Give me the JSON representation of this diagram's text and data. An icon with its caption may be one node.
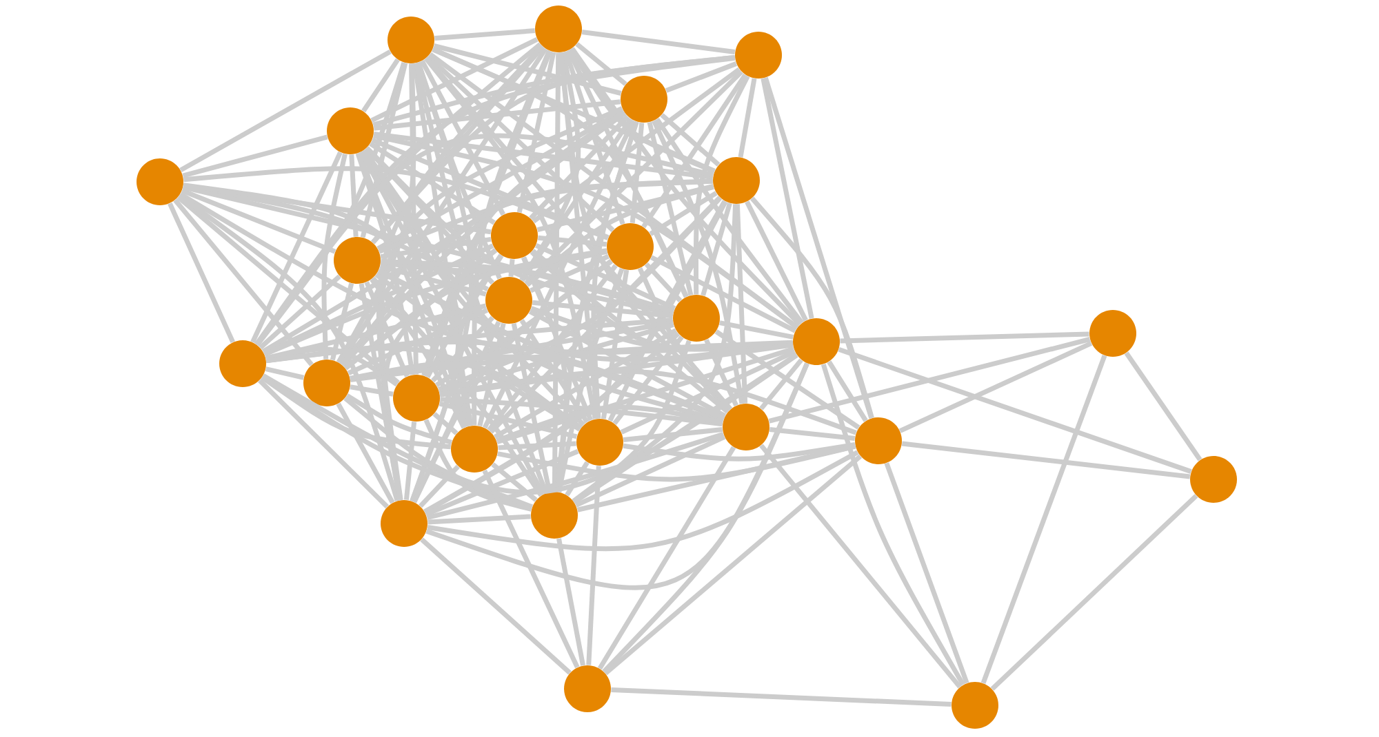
{
  "diagram": {
    "nodes": [
      {
        "text": [],
        "shape": "circle"
      },
      {
        "text": [],
        "shape": "circle"
      },
      {
        "text": [],
        "shape": "circle"
      },
      {
        "text": [],
        "shape": "circle"
      },
      {
        "text": [],
        "shape": "circle"
      },
      {
        "text": [],
        "shape": "circle"
      },
      {
        "text": [],
        "shape": "circle"
      },
      {
        "text": [],
        "shape": "circle"
      },
      {
        "text": [],
        "shape": "circle"
      },
      {
        "text": [],
        "shape": "circle"
      },
      {
        "text": [],
        "shape": "circle"
      },
      {
        "text": [],
        "shape": "circle"
      },
      {
        "text": [],
        "shape": "circle"
      },
      {
        "text": [],
        "shape": "circle"
      },
      {
        "text": [],
        "shape": "circle"
      },
      {
        "text": [],
        "shape": "circle"
      },
      {
        "text": [],
        "shape": "circle"
      },
      {
        "text": [],
        "shape": "circle"
      },
      {
        "text": [],
        "shape": "circle"
      },
      {
        "text": [],
        "shape": "circle"
      },
      {
        "text": [],
        "shape": "circle"
      },
      {
        "text": [],
        "shape": "circle"
      },
      {
        "text": [],
        "shape": "circle"
      },
      {
        "text": [],
        "shape": "circle"
      },
      {
        "text": [],
        "shape": "circle"
      },
      {
        "text": [],
        "shape": "circle"
      }
    ],
    "edges": [
      {
        "from": 0,
        "to": 1,
        "arrow": "none"
      },
      {
        "from": 0,
        "to": 3,
        "arrow": "none"
      },
      {
        "from": 0,
        "to": 4,
        "arrow": "none"
      },
      {
        "from": 0,
        "to": 5,
        "arrow": "none"
      },
      {
        "from": 0,
        "to": 6,
        "arrow": "none"
      },
      {
        "from": 0,
        "to": 7,
        "arrow": "none"
      },
      {
        "from": 0,
        "to": 8,
        "arrow": "none"
      },
      {
        "from": 0,
        "to": 9,
        "arrow": "none"
      },
      {
        "from": 0,
        "to": 10,
        "arrow": "none"
      },
      {
        "from": 0,
        "to": 11,
        "arrow": "none"
      },
      {
        "from": 0,
        "to": 12,
        "arrow": "none"
      },
      {
        "from": 0,
        "to": 14,
        "arrow": "none"
      },
      {
        "from": 0,
        "to": 15,
        "arrow": "none"
      },
      {
        "from": 0,
        "to": 16,
        "arrow": "none"
      },
      {
        "from": 0,
        "to": 17,
        "arrow": "none"
      },
      {
        "from": 0,
        "to": 19,
        "arrow": "none"
      },
      {
        "from": 0,
        "to": 20,
        "arrow": "none"
      },
      {
        "from": 0,
        "to": 22,
        "arrow": "none"
      },
      {
        "from": 0,
        "to": 23,
        "arrow": "none"
      },
      {
        "from": 1,
        "to": 2,
        "arrow": "none"
      },
      {
        "from": 1,
        "to": 3,
        "arrow": "none"
      },
      {
        "from": 1,
        "to": 4,
        "arrow": "none"
      },
      {
        "from": 1,
        "to": 6,
        "arrow": "none"
      },
      {
        "from": 1,
        "to": 7,
        "arrow": "none"
      },
      {
        "from": 1,
        "to": 8,
        "arrow": "none"
      },
      {
        "from": 1,
        "to": 9,
        "arrow": "none"
      },
      {
        "from": 1,
        "to": 10,
        "arrow": "none"
      },
      {
        "from": 1,
        "to": 11,
        "arrow": "none"
      },
      {
        "from": 1,
        "to": 12,
        "arrow": "none"
      },
      {
        "from": 1,
        "to": 14,
        "arrow": "none"
      },
      {
        "from": 1,
        "to": 15,
        "arrow": "none"
      },
      {
        "from": 1,
        "to": 16,
        "arrow": "none"
      },
      {
        "from": 1,
        "to": 17,
        "arrow": "none"
      },
      {
        "from": 1,
        "to": 19,
        "arrow": "none"
      },
      {
        "from": 1,
        "to": 20,
        "arrow": "none"
      },
      {
        "from": 1,
        "to": 22,
        "arrow": "none"
      },
      {
        "from": 1,
        "to": 23,
        "arrow": "none"
      },
      {
        "from": 2,
        "to": 3,
        "arrow": "none"
      },
      {
        "from": 2,
        "to": 4,
        "arrow": "none"
      },
      {
        "from": 2,
        "to": 6,
        "arrow": "none"
      },
      {
        "from": 2,
        "to": 7,
        "arrow": "none"
      },
      {
        "from": 2,
        "to": 8,
        "arrow": "none"
      },
      {
        "from": 2,
        "to": 9,
        "arrow": "none"
      },
      {
        "from": 2,
        "to": 10,
        "arrow": "none"
      },
      {
        "from": 2,
        "to": 11,
        "arrow": "none"
      },
      {
        "from": 2,
        "to": 12,
        "arrow": "none"
      },
      {
        "from": 2,
        "to": 14,
        "arrow": "none"
      },
      {
        "from": 2,
        "to": 18,
        "arrow": "none"
      },
      {
        "from": 3,
        "to": 4,
        "arrow": "none"
      },
      {
        "from": 3,
        "to": 6,
        "arrow": "none"
      },
      {
        "from": 3,
        "to": 7,
        "arrow": "none"
      },
      {
        "from": 3,
        "to": 8,
        "arrow": "none"
      },
      {
        "from": 3,
        "to": 9,
        "arrow": "none"
      },
      {
        "from": 3,
        "to": 10,
        "arrow": "none"
      },
      {
        "from": 3,
        "to": 11,
        "arrow": "none"
      },
      {
        "from": 3,
        "to": 12,
        "arrow": "none"
      },
      {
        "from": 3,
        "to": 14,
        "arrow": "none"
      },
      {
        "from": 3,
        "to": 15,
        "arrow": "none"
      },
      {
        "from": 3,
        "to": 16,
        "arrow": "none"
      },
      {
        "from": 3,
        "to": 17,
        "arrow": "none"
      },
      {
        "from": 3,
        "to": 19,
        "arrow": "none"
      },
      {
        "from": 3,
        "to": 20,
        "arrow": "none"
      },
      {
        "from": 3,
        "to": 22,
        "arrow": "none"
      },
      {
        "from": 3,
        "to": 23,
        "arrow": "none"
      },
      {
        "from": 4,
        "to": 5,
        "arrow": "none"
      },
      {
        "from": 4,
        "to": 6,
        "arrow": "none"
      },
      {
        "from": 4,
        "to": 7,
        "arrow": "none"
      },
      {
        "from": 4,
        "to": 8,
        "arrow": "none"
      },
      {
        "from": 4,
        "to": 9,
        "arrow": "none"
      },
      {
        "from": 4,
        "to": 10,
        "arrow": "none"
      },
      {
        "from": 4,
        "to": 11,
        "arrow": "none"
      },
      {
        "from": 4,
        "to": 12,
        "arrow": "none"
      },
      {
        "from": 4,
        "to": 14,
        "arrow": "none"
      },
      {
        "from": 4,
        "to": 15,
        "arrow": "none"
      },
      {
        "from": 4,
        "to": 16,
        "arrow": "none"
      },
      {
        "from": 4,
        "to": 17,
        "arrow": "none"
      },
      {
        "from": 4,
        "to": 19,
        "arrow": "none"
      },
      {
        "from": 4,
        "to": 20,
        "arrow": "none"
      },
      {
        "from": 4,
        "to": 22,
        "arrow": "none"
      },
      {
        "from": 4,
        "to": 23,
        "arrow": "none"
      },
      {
        "from": 5,
        "to": 7,
        "arrow": "none"
      },
      {
        "from": 5,
        "to": 8,
        "arrow": "none"
      },
      {
        "from": 5,
        "to": 9,
        "arrow": "none"
      },
      {
        "from": 5,
        "to": 10,
        "arrow": "none"
      },
      {
        "from": 5,
        "to": 11,
        "arrow": "none"
      },
      {
        "from": 5,
        "to": 12,
        "arrow": "none"
      },
      {
        "from": 5,
        "to": 14,
        "arrow": "none"
      },
      {
        "from": 5,
        "to": 15,
        "arrow": "none"
      },
      {
        "from": 5,
        "to": 16,
        "arrow": "none"
      },
      {
        "from": 5,
        "to": 20,
        "arrow": "none"
      },
      {
        "from": 5,
        "to": 22,
        "arrow": "none"
      },
      {
        "from": 6,
        "to": 7,
        "arrow": "none"
      },
      {
        "from": 6,
        "to": 8,
        "arrow": "none"
      },
      {
        "from": 6,
        "to": 9,
        "arrow": "none"
      },
      {
        "from": 6,
        "to": 10,
        "arrow": "none"
      },
      {
        "from": 6,
        "to": 11,
        "arrow": "none"
      },
      {
        "from": 6,
        "to": 12,
        "arrow": "none"
      },
      {
        "from": 6,
        "to": 14,
        "arrow": "none"
      },
      {
        "from": 6,
        "to": 15,
        "arrow": "none"
      },
      {
        "from": 6,
        "to": 16,
        "arrow": "none"
      },
      {
        "from": 6,
        "to": 17,
        "arrow": "none"
      },
      {
        "from": 6,
        "to": 18,
        "arrow": "none"
      },
      {
        "from": 6,
        "to": 19,
        "arrow": "none"
      },
      {
        "from": 6,
        "to": 20,
        "arrow": "none"
      },
      {
        "from": 6,
        "to": 22,
        "arrow": "none"
      },
      {
        "from": 6,
        "to": 23,
        "arrow": "none"
      },
      {
        "from": 7,
        "to": 8,
        "arrow": "none"
      },
      {
        "from": 7,
        "to": 9,
        "arrow": "none"
      },
      {
        "from": 7,
        "to": 10,
        "arrow": "none"
      },
      {
        "from": 7,
        "to": 11,
        "arrow": "none"
      },
      {
        "from": 7,
        "to": 12,
        "arrow": "none"
      },
      {
        "from": 7,
        "to": 14,
        "arrow": "none"
      },
      {
        "from": 7,
        "to": 15,
        "arrow": "none"
      },
      {
        "from": 7,
        "to": 16,
        "arrow": "none"
      },
      {
        "from": 7,
        "to": 17,
        "arrow": "none"
      },
      {
        "from": 7,
        "to": 19,
        "arrow": "none"
      },
      {
        "from": 7,
        "to": 20,
        "arrow": "none"
      },
      {
        "from": 7,
        "to": 22,
        "arrow": "none"
      },
      {
        "from": 7,
        "to": 23,
        "arrow": "none"
      },
      {
        "from": 8,
        "to": 9,
        "arrow": "none"
      },
      {
        "from": 8,
        "to": 10,
        "arrow": "none"
      },
      {
        "from": 8,
        "to": 11,
        "arrow": "none"
      },
      {
        "from": 8,
        "to": 12,
        "arrow": "none"
      },
      {
        "from": 8,
        "to": 14,
        "arrow": "none"
      },
      {
        "from": 8,
        "to": 15,
        "arrow": "none"
      },
      {
        "from": 8,
        "to": 16,
        "arrow": "none"
      },
      {
        "from": 8,
        "to": 17,
        "arrow": "none"
      },
      {
        "from": 8,
        "to": 19,
        "arrow": "none"
      },
      {
        "from": 8,
        "to": 20,
        "arrow": "none"
      },
      {
        "from": 8,
        "to": 22,
        "arrow": "none"
      },
      {
        "from": 8,
        "to": 23,
        "arrow": "none"
      },
      {
        "from": 9,
        "to": 10,
        "arrow": "none"
      },
      {
        "from": 9,
        "to": 11,
        "arrow": "none"
      },
      {
        "from": 9,
        "to": 12,
        "arrow": "none"
      },
      {
        "from": 9,
        "to": 14,
        "arrow": "none"
      },
      {
        "from": 9,
        "to": 15,
        "arrow": "none"
      },
      {
        "from": 9,
        "to": 16,
        "arrow": "none"
      },
      {
        "from": 9,
        "to": 17,
        "arrow": "none"
      },
      {
        "from": 9,
        "to": 19,
        "arrow": "none"
      },
      {
        "from": 9,
        "to": 20,
        "arrow": "none"
      },
      {
        "from": 9,
        "to": 22,
        "arrow": "none"
      },
      {
        "from": 9,
        "to": 23,
        "arrow": "none"
      },
      {
        "from": 10,
        "to": 11,
        "arrow": "none"
      },
      {
        "from": 10,
        "to": 12,
        "arrow": "none"
      },
      {
        "from": 10,
        "to": 14,
        "arrow": "none"
      },
      {
        "from": 10,
        "to": 15,
        "arrow": "none"
      },
      {
        "from": 10,
        "to": 16,
        "arrow": "none"
      },
      {
        "from": 10,
        "to": 17,
        "arrow": "none"
      },
      {
        "from": 10,
        "to": 19,
        "arrow": "none"
      },
      {
        "from": 10,
        "to": 20,
        "arrow": "none"
      },
      {
        "from": 10,
        "to": 22,
        "arrow": "none"
      },
      {
        "from": 10,
        "to": 23,
        "arrow": "none"
      },
      {
        "from": 11,
        "to": 12,
        "arrow": "none"
      },
      {
        "from": 11,
        "to": 14,
        "arrow": "none"
      },
      {
        "from": 11,
        "to": 15,
        "arrow": "none"
      },
      {
        "from": 11,
        "to": 16,
        "arrow": "none"
      },
      {
        "from": 11,
        "to": 17,
        "arrow": "none"
      },
      {
        "from": 11,
        "to": 18,
        "arrow": "none"
      },
      {
        "from": 11,
        "to": 19,
        "arrow": "none"
      },
      {
        "from": 11,
        "to": 20,
        "arrow": "none"
      },
      {
        "from": 11,
        "to": 22,
        "arrow": "none"
      },
      {
        "from": 11,
        "to": 23,
        "arrow": "none"
      },
      {
        "from": 12,
        "to": 13,
        "arrow": "none"
      },
      {
        "from": 12,
        "to": 14,
        "arrow": "none"
      },
      {
        "from": 12,
        "to": 15,
        "arrow": "none"
      },
      {
        "from": 12,
        "to": 16,
        "arrow": "none"
      },
      {
        "from": 12,
        "to": 17,
        "arrow": "none"
      },
      {
        "from": 12,
        "to": 18,
        "arrow": "none"
      },
      {
        "from": 12,
        "to": 19,
        "arrow": "none"
      },
      {
        "from": 12,
        "to": 20,
        "arrow": "none"
      },
      {
        "from": 12,
        "to": 21,
        "arrow": "none"
      },
      {
        "from": 12,
        "to": 22,
        "arrow": "none"
      },
      {
        "from": 12,
        "to": 23,
        "arrow": "none"
      },
      {
        "from": 12,
        "to": 24,
        "arrow": "none"
      },
      {
        "from": 12,
        "to": 25,
        "arrow": "none"
      },
      {
        "from": 13,
        "to": 17,
        "arrow": "none"
      },
      {
        "from": 13,
        "to": 18,
        "arrow": "none"
      },
      {
        "from": 13,
        "to": 21,
        "arrow": "none"
      },
      {
        "from": 13,
        "to": 25,
        "arrow": "none"
      },
      {
        "from": 14,
        "to": 15,
        "arrow": "none"
      },
      {
        "from": 14,
        "to": 16,
        "arrow": "none"
      },
      {
        "from": 14,
        "to": 17,
        "arrow": "none"
      },
      {
        "from": 14,
        "to": 19,
        "arrow": "none"
      },
      {
        "from": 14,
        "to": 20,
        "arrow": "none"
      },
      {
        "from": 14,
        "to": 22,
        "arrow": "none"
      },
      {
        "from": 14,
        "to": 23,
        "arrow": "none"
      },
      {
        "from": 15,
        "to": 16,
        "arrow": "none"
      },
      {
        "from": 15,
        "to": 17,
        "arrow": "none"
      },
      {
        "from": 15,
        "to": 19,
        "arrow": "none"
      },
      {
        "from": 15,
        "to": 20,
        "arrow": "none"
      },
      {
        "from": 15,
        "to": 22,
        "arrow": "none"
      },
      {
        "from": 15,
        "to": 23,
        "arrow": "none"
      },
      {
        "from": 16,
        "to": 17,
        "arrow": "none"
      },
      {
        "from": 16,
        "to": 18,
        "arrow": "none"
      },
      {
        "from": 16,
        "to": 19,
        "arrow": "none"
      },
      {
        "from": 16,
        "to": 20,
        "arrow": "none"
      },
      {
        "from": 16,
        "to": 22,
        "arrow": "none"
      },
      {
        "from": 16,
        "to": 23,
        "arrow": "none"
      },
      {
        "from": 17,
        "to": 18,
        "arrow": "none"
      },
      {
        "from": 17,
        "to": 19,
        "arrow": "none"
      },
      {
        "from": 17,
        "to": 20,
        "arrow": "none"
      },
      {
        "from": 17,
        "to": 22,
        "arrow": "none"
      },
      {
        "from": 17,
        "to": 23,
        "arrow": "none"
      },
      {
        "from": 17,
        "to": 24,
        "arrow": "none"
      },
      {
        "from": 17,
        "to": 25,
        "arrow": "none"
      },
      {
        "from": 18,
        "to": 19,
        "arrow": "none"
      },
      {
        "from": 18,
        "to": 20,
        "arrow": "none"
      },
      {
        "from": 18,
        "to": 21,
        "arrow": "none"
      },
      {
        "from": 18,
        "to": 22,
        "arrow": "none"
      },
      {
        "from": 18,
        "to": 23,
        "arrow": "none"
      },
      {
        "from": 18,
        "to": 24,
        "arrow": "none"
      },
      {
        "from": 18,
        "to": 25,
        "arrow": "none"
      },
      {
        "from": 19,
        "to": 20,
        "arrow": "none"
      },
      {
        "from": 19,
        "to": 22,
        "arrow": "none"
      },
      {
        "from": 19,
        "to": 23,
        "arrow": "none"
      },
      {
        "from": 19,
        "to": 24,
        "arrow": "none"
      },
      {
        "from": 20,
        "to": 22,
        "arrow": "none"
      },
      {
        "from": 20,
        "to": 23,
        "arrow": "none"
      },
      {
        "from": 20,
        "to": 24,
        "arrow": "none"
      },
      {
        "from": 21,
        "to": 25,
        "arrow": "none"
      },
      {
        "from": 22,
        "to": 23,
        "arrow": "none"
      },
      {
        "from": 22,
        "to": 24,
        "arrow": "none"
      },
      {
        "from": 23,
        "to": 24,
        "arrow": "none"
      },
      {
        "from": 24,
        "to": 25,
        "arrow": "none"
      }
    ]
  }
}
